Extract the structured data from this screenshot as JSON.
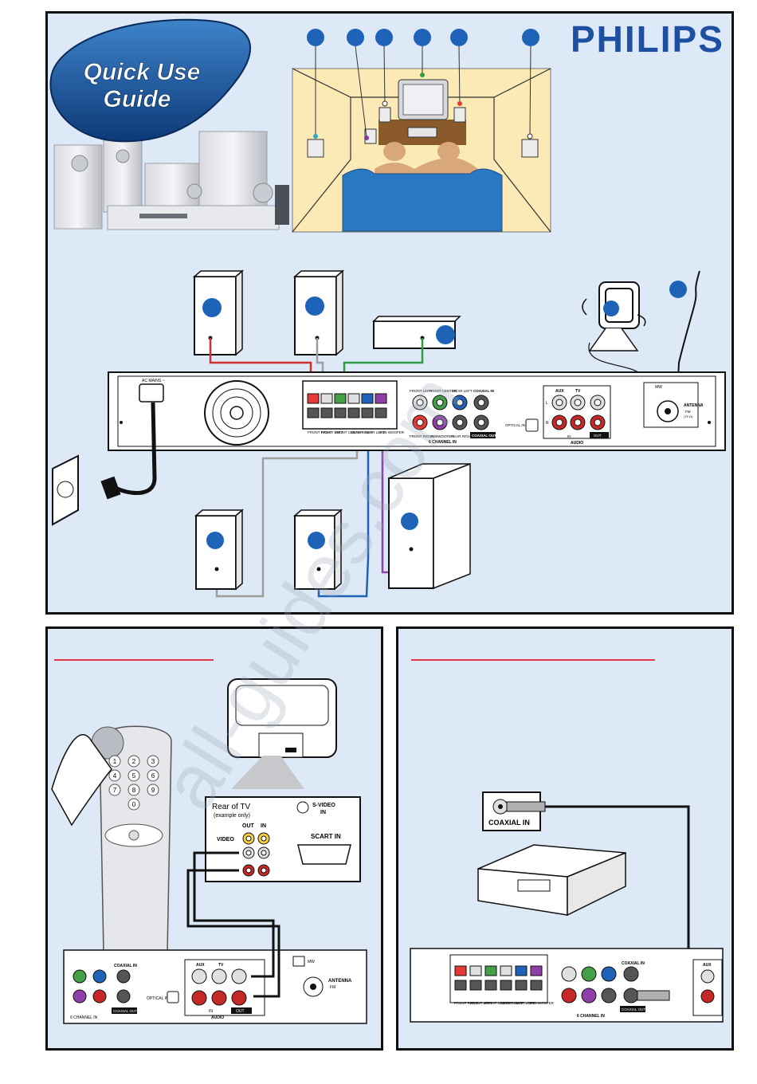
{
  "brand": "PHILIPS",
  "badge": {
    "line1": "Quick Use",
    "line2": "Guide"
  },
  "receiver": {
    "ac_mains": "AC MAINS ~",
    "speakers_out_labels": [
      "FRONT RIGHT",
      "FRONT LEFT",
      "FRONT CENTER",
      "REAR RIGHT",
      "REAR LEFT",
      "SUB-WOOFER"
    ],
    "six_ch_top": [
      "FRONT LEFT",
      "FRONT CENTER",
      "REAR LEFT"
    ],
    "six_ch_bottom": [
      "FRONT RIGHT",
      "SUBWOOFER",
      "REAR RIGHT"
    ],
    "six_channel_in": "6 CHANNEL IN",
    "coaxial_in": "COAXIAL IN",
    "coaxial_out": "COAXIAL OUT",
    "optical_in": "OPTICAL IN",
    "aux": "AUX",
    "tv": "TV",
    "in": "IN",
    "out": "OUT",
    "audio": "AUDIO",
    "l": "L",
    "r": "R",
    "mw": "MW",
    "antenna": "ANTENNA",
    "fm": "FM",
    "ohm": "(75 Ω)"
  },
  "tv_panel": {
    "title": "Rear of TV",
    "subtitle": "(example only)",
    "svideo": "S-VIDEO",
    "svideo_in": "IN",
    "out": "OUT",
    "in": "IN",
    "video": "VIDEO",
    "scart_in": "SCART IN"
  },
  "coax_box": {
    "label": "COAXIAL IN"
  },
  "remote_keys": [
    "1",
    "2",
    "3",
    "4",
    "5",
    "6",
    "7",
    "8",
    "9",
    "0"
  ],
  "watermark": "all-guides.com",
  "colors": {
    "panel_bg": "#dde9f7",
    "marker": "#1f63b8",
    "brand": "#1e4fa0",
    "rule": "#e03a4a"
  }
}
